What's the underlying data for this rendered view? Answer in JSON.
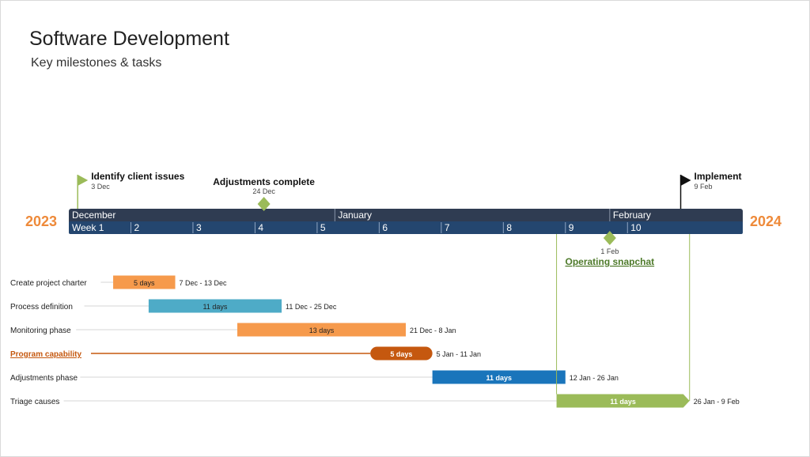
{
  "title": "Software Development",
  "subtitle": "Key milestones & tasks",
  "year_start": "2023",
  "year_end": "2024",
  "colors": {
    "accent_year": "#ee8a3a",
    "month_band": "#2f3c52",
    "week_band": "#24466f",
    "milestone_green": "#9bbb59",
    "snapchat_text": "#4e7a2a",
    "task_orange": "#f69a4c",
    "task_teal": "#4eabc7",
    "task_dark_orange": "#c5580f",
    "task_blue": "#1a75bb",
    "task_green": "#9bbb59"
  },
  "chart_data": {
    "type": "gantt",
    "timeline": {
      "start": "2023-12-02",
      "end": "2024-02-16",
      "months": [
        "December",
        "January",
        "February"
      ],
      "weeks": [
        "Week 1",
        "2",
        "3",
        "4",
        "5",
        "6",
        "7",
        "8",
        "9",
        "10"
      ]
    },
    "milestones": [
      {
        "label": "Identify client issues",
        "date_label": "3 Dec",
        "date": "2023-12-03",
        "shape": "flag",
        "color": "#9bbb59",
        "position": "above"
      },
      {
        "label": "Adjustments complete",
        "date_label": "24 Dec",
        "date": "2023-12-24",
        "shape": "diamond",
        "color": "#9bbb59",
        "position": "above"
      },
      {
        "label": "Operating snapchat",
        "date_label": "1 Feb",
        "date": "2024-02-01",
        "shape": "diamond",
        "color": "#9bbb59",
        "position": "below",
        "underline": true
      },
      {
        "label": "Implement",
        "date_label": "9 Feb",
        "date": "2024-02-09",
        "shape": "flag",
        "color": "#111111",
        "position": "above"
      }
    ],
    "tasks": [
      {
        "name": "Create project charter",
        "start": "2023-12-07",
        "end": "2023-12-13",
        "duration": "5 days",
        "date_label": "7 Dec - 13 Dec",
        "color": "#f69a4c",
        "shape": "rect"
      },
      {
        "name": "Process definition",
        "start": "2023-12-11",
        "end": "2023-12-25",
        "duration": "11 days",
        "date_label": "11 Dec - 25 Dec",
        "color": "#4eabc7",
        "shape": "rect"
      },
      {
        "name": "Monitoring phase",
        "start": "2023-12-21",
        "end": "2024-01-08",
        "duration": "13 days",
        "date_label": "21 Dec - 8 Jan",
        "color": "#f69a4c",
        "shape": "rect"
      },
      {
        "name": "Program capability",
        "start": "2024-01-05",
        "end": "2024-01-11",
        "duration": "5 days",
        "date_label": "5 Jan - 11 Jan",
        "color": "#c5580f",
        "shape": "pill",
        "highlight": true
      },
      {
        "name": "Adjustments phase",
        "start": "2024-01-12",
        "end": "2024-01-26",
        "duration": "11 days",
        "date_label": "12 Jan - 26 Jan",
        "color": "#1a75bb",
        "shape": "rect"
      },
      {
        "name": "Triage causes",
        "start": "2024-01-26",
        "end": "2024-02-09",
        "duration": "11 days",
        "date_label": "26 Jan - 9 Feb",
        "color": "#9bbb59",
        "shape": "arrow"
      }
    ]
  }
}
